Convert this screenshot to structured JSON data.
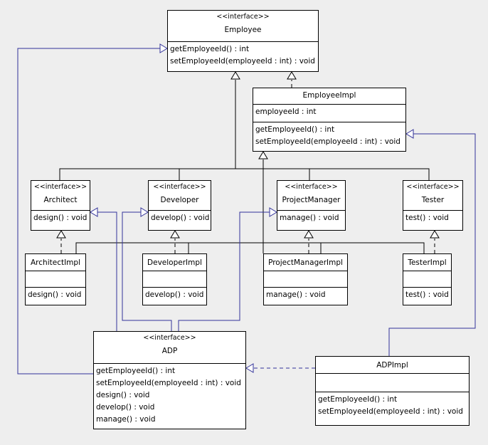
{
  "classes": {
    "employee": {
      "stereotype": "<<interface>>",
      "name": "Employee",
      "operations": [
        "getEmployeeId() : int",
        "setEmployeeId(employeeId : int) : void"
      ]
    },
    "employee_impl": {
      "name": "EmployeeImpl",
      "attributes": [
        "employeeId : int"
      ],
      "operations": [
        "getEmployeeId() : int",
        "setEmployeeId(employeeId : int) : void"
      ]
    },
    "architect": {
      "stereotype": "<<interface>>",
      "name": "Architect",
      "operations": [
        "design() : void"
      ]
    },
    "developer": {
      "stereotype": "<<interface>>",
      "name": "Developer",
      "operations": [
        "develop() : void"
      ]
    },
    "project_manager": {
      "stereotype": "<<interface>>",
      "name": "ProjectManager",
      "operations": [
        "manage() : void"
      ]
    },
    "tester": {
      "stereotype": "<<interface>>",
      "name": "Tester",
      "operations": [
        "test() : void"
      ]
    },
    "architect_impl": {
      "name": "ArchitectImpl",
      "operations": [
        "design() : void"
      ]
    },
    "developer_impl": {
      "name": "DeveloperImpl",
      "operations": [
        "develop() : void"
      ]
    },
    "project_manager_impl": {
      "name": "ProjectManagerImpl",
      "operations": [
        "manage() : void"
      ]
    },
    "tester_impl": {
      "name": "TesterImpl",
      "operations": [
        "test() : void"
      ]
    },
    "adp": {
      "stereotype": "<<interface>>",
      "name": "ADP",
      "operations": [
        "getEmployeeId() : int",
        "setEmployeeId(employeeId : int) : void",
        "design() : void",
        "develop() : void",
        "manage() : void"
      ]
    },
    "adp_impl": {
      "name": "ADPImpl",
      "operations": [
        "getEmployeeId() : int",
        "setEmployeeId(employeeId : int) : void"
      ]
    }
  },
  "colors": {
    "background": "#eeeeee",
    "box_fill": "#ffffff",
    "black_edge": "#000000",
    "blue_edge": "#33339a"
  }
}
